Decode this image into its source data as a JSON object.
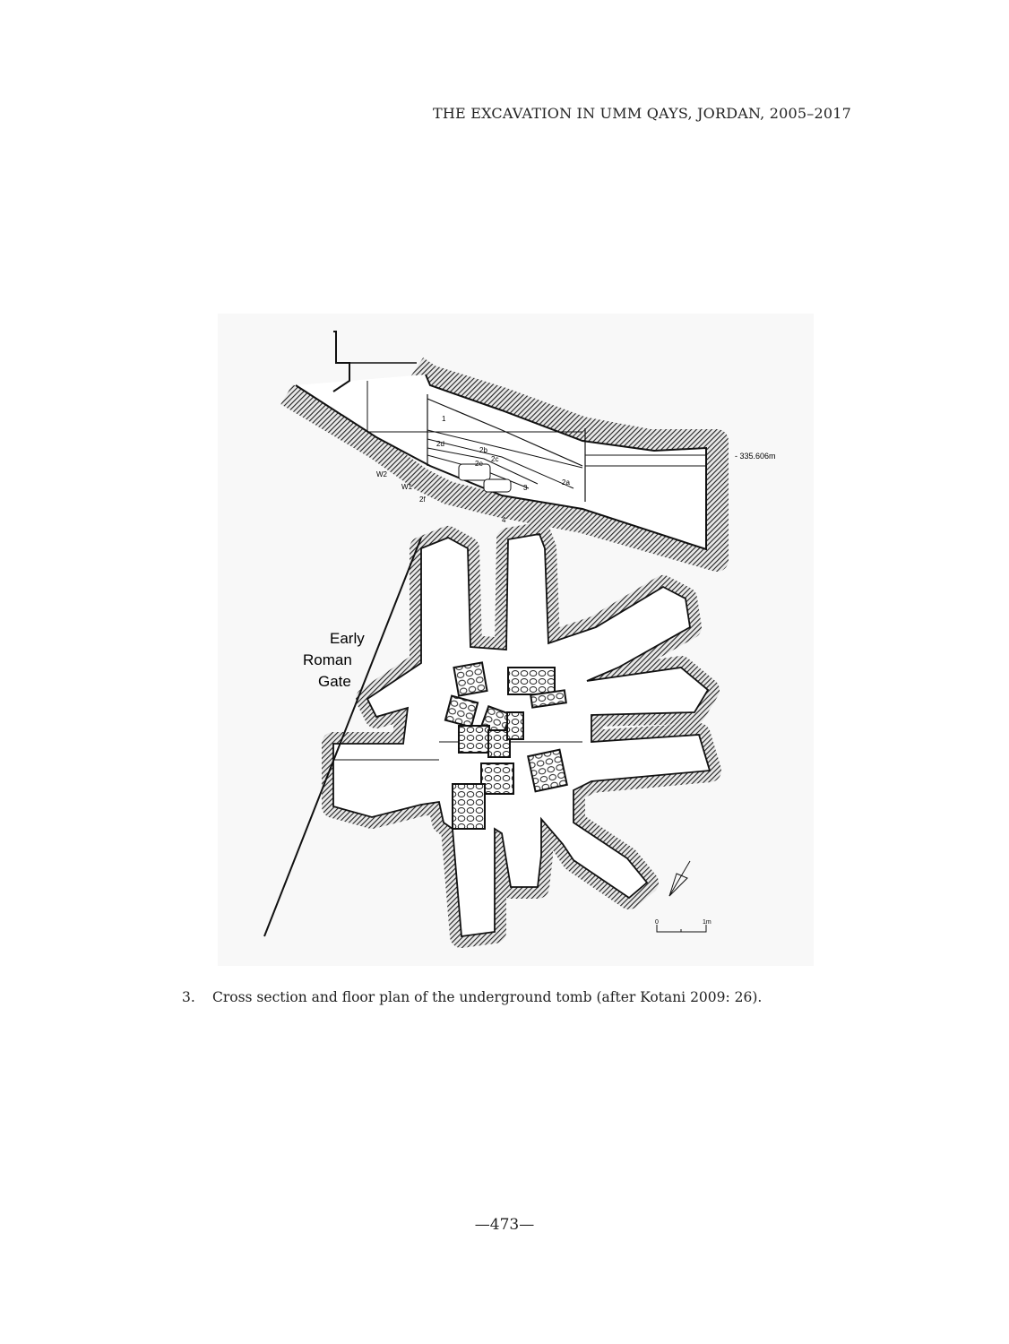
{
  "header": {
    "running_title": "THE EXCAVATION IN UMM QAYS, JORDAN, 2005–2017"
  },
  "figure": {
    "section_labels": {
      "l1": "1",
      "l2d": "2d",
      "l2b": "2b",
      "l2c": "2c",
      "l2e": "2e",
      "l2a": "2a",
      "l3": "3",
      "l4": "4",
      "w1": "W1",
      "w2": "W2",
      "l2f": "2f"
    },
    "elevation": "- 335.606m",
    "gate_label": {
      "line1": "Early",
      "line2": "Roman",
      "line3": "Gate"
    },
    "scale": {
      "start": "0",
      "end": "1m"
    }
  },
  "caption": {
    "number": "3.",
    "text": "Cross section and floor plan of the underground tomb (after Kotani 2009: 26)."
  },
  "page_number": "—473—"
}
